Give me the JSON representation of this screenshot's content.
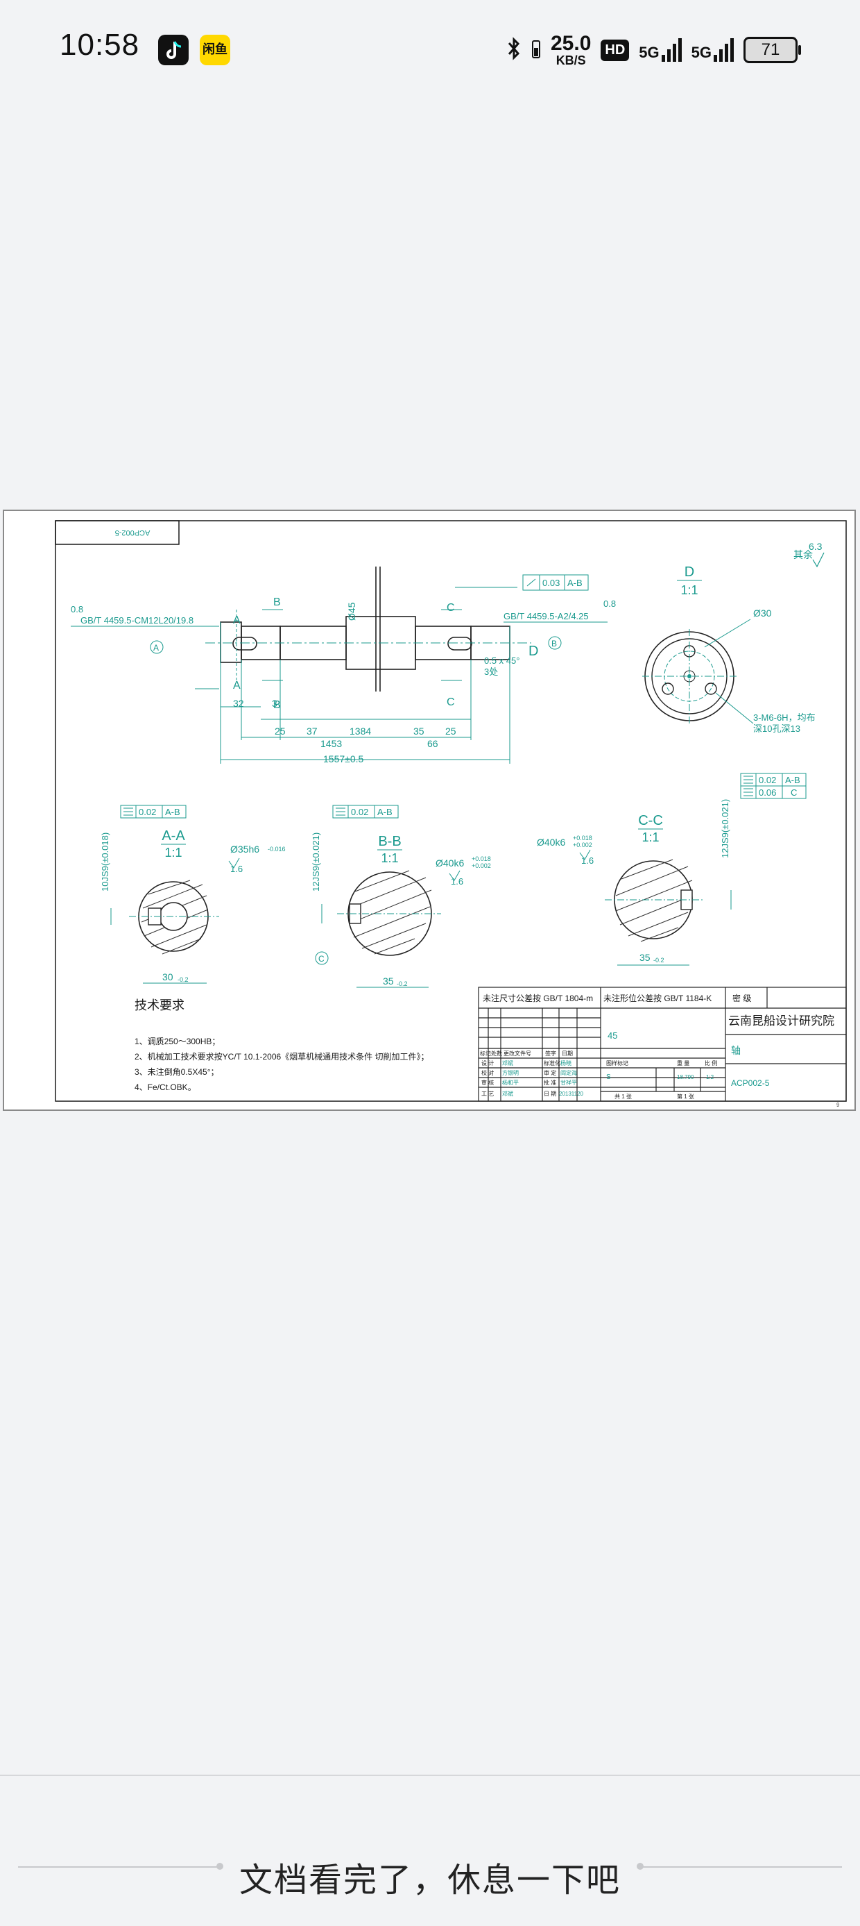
{
  "status": {
    "time": "10:58",
    "apps": [
      "tiktok-icon",
      "xianyu-icon"
    ],
    "xianyu_label": "闲鱼",
    "speed_value": "25.0",
    "speed_unit": "KB/S",
    "hd_label": "HD",
    "sim1": "5G",
    "sim2": "5G",
    "battery": "71"
  },
  "drawing": {
    "code_box": "ACP002-5",
    "roughness_main": "6.3",
    "roughness_rest": "其余",
    "view_d_title": "D",
    "view_d_scale": "1:1",
    "view_d_dia": "Ø30",
    "view_d_note1": "3-M6-6H，均布",
    "view_d_note2": "深10孔深13",
    "top_tol": "0.03",
    "top_datum": "A-B",
    "dia45": "Ø45",
    "label_B": "B",
    "label_C": "C",
    "label_A": "A",
    "label_D": "D",
    "left_rough": "0.8",
    "left_note": "GB/T 4459.5-CM12L20/19.8",
    "right_rough": "0.8",
    "right_note": "GB/T 4459.5-A2/4.25",
    "chamfer": "0.5 x 45°",
    "chamfer_count": "3处",
    "dims": [
      "32",
      "3",
      "25",
      "37",
      "1384",
      "35",
      "25",
      "1453",
      "66",
      "1557±0.5"
    ],
    "aa_title": "A-A",
    "aa_scale": "1:1",
    "aa_tol": "0.02",
    "aa_datum": "A-B",
    "aa_dia": "Ø35h6",
    "aa_dia_tol": "-0.016",
    "aa_rough": "1.6",
    "aa_key": "10JS9(±0.018)",
    "aa_dim": "30",
    "aa_dim_tol": "-0.2",
    "bb_title": "B-B",
    "bb_scale": "1:1",
    "bb_tol": "0.02",
    "bb_datum": "A-B",
    "bb_dia": "Ø40k6",
    "bb_dia_tol_up": "+0.018",
    "bb_dia_tol_low": "+0.002",
    "bb_rough": "1.6",
    "bb_key": "12JS9(±0.021)",
    "bb_dim": "35",
    "bb_dim_tol": "-0.2",
    "bb_circle": "C",
    "cc_title": "C-C",
    "cc_scale": "1:1",
    "cc_dia": "Ø40k6",
    "cc_dia_tol_up": "+0.018",
    "cc_dia_tol_low": "+0.002",
    "cc_rough": "1.6",
    "cc_key": "12JS9(±0.021)",
    "cc_tol1": "0.02",
    "cc_datum1": "A-B",
    "cc_tol2": "0.06",
    "cc_datum2": "C",
    "cc_dim": "35",
    "cc_dim_tol": "-0.2",
    "tech_title": "技术要求",
    "tech_items": [
      "1、调质250～300HB；",
      "2、机械加工技术要求按YC/T 10.1-2006《烟草机械通用技术条件 切削加工件》；",
      "3、未注倒角0.5X45°；",
      "4、Fe/Ct.OBK。"
    ],
    "tb_note1": "未注尺寸公差按 GB/T 1804-m",
    "tb_note2": "未注形位公差按 GB/T 1184-K",
    "tb_secret": "密 级",
    "tb_company": "云南昆船设计研究院",
    "tb_material": "45",
    "tb_name": "轴",
    "tb_code": "ACP002-5",
    "tb_rows": [
      "标记处数",
      "更改文件号",
      "签字",
      "日期"
    ],
    "tb_design": "设 计",
    "tb_check": "校 对",
    "tb_review": "审 核",
    "tb_process": "工 艺",
    "tb_std": "标准化",
    "tb_audit": "审 定",
    "tb_approve": "批 准",
    "tb_date": "日 期",
    "tb_sign1": "邓斌",
    "tb_sign2": "方银明",
    "tb_sign3": "杨和平",
    "tb_sign4": "邓斌",
    "tb_sign5": "杨晓",
    "tb_sign6": "阎定海",
    "tb_sign7": "甘祥平",
    "tb_datev": "20131120",
    "tb_stage": "图样标记",
    "tb_weight": "重 量",
    "tb_ratio": "比 例",
    "tb_s": "S",
    "tb_weight_v": "18.790",
    "tb_ratio_v": "1:2",
    "tb_total": "共 1 张",
    "tb_page": "第 1 张",
    "page_no": "9"
  },
  "footer": {
    "end_text": "文档看完了，休息一下吧"
  }
}
